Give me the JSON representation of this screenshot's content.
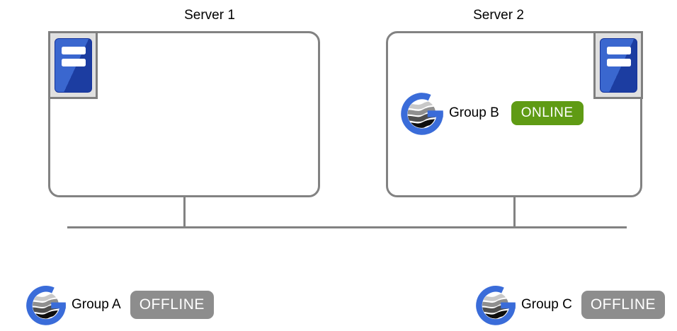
{
  "diagram": {
    "background": "#ffffff",
    "servers": [
      {
        "title": "Server 1",
        "icon": "server-tower-icon",
        "icon_corner": "top-left",
        "groups": []
      },
      {
        "title": "Server 2",
        "icon": "server-tower-icon",
        "icon_corner": "top-right",
        "groups": [
          {
            "name": "Group B",
            "status": "ONLINE",
            "status_color": "#5f9b14",
            "icon": "galera-globe-icon"
          }
        ]
      }
    ],
    "standalone_groups": [
      {
        "name": "Group A",
        "status": "OFFLINE",
        "status_color": "#8d8d8d",
        "icon": "galera-globe-icon"
      },
      {
        "name": "Group C",
        "status": "OFFLINE",
        "status_color": "#8d8d8d",
        "icon": "galera-globe-icon"
      }
    ],
    "colors": {
      "server_border": "#828282",
      "connector_line": "#828282",
      "icon_frame_bg": "#e0e0e0",
      "icon_frame_border": "#7f7f7f",
      "tower_blue_light": "#3a67cf",
      "tower_blue_dark": "#1c3da1",
      "logo_blue": "#3a6cd9",
      "online_green": "#5f9b14",
      "offline_gray": "#8d8d8d",
      "text": "#000000"
    }
  }
}
